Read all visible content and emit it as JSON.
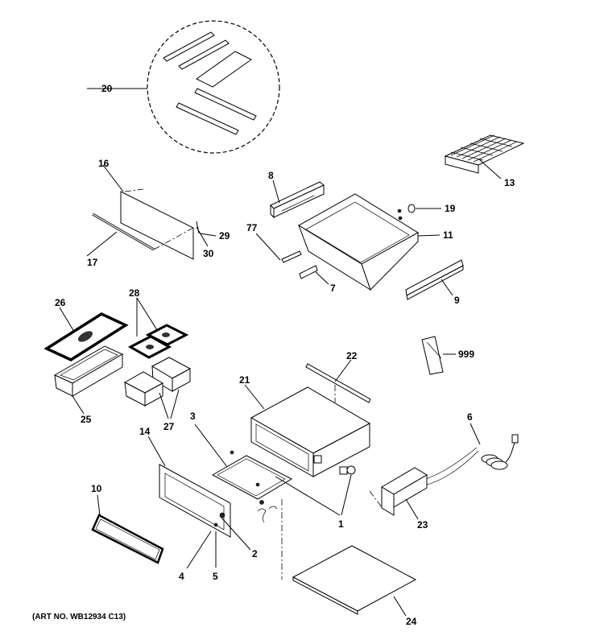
{
  "art_number": "(ART NO. WB12934 C13)",
  "callouts": {
    "p1": "1",
    "p2": "2",
    "p3": "3",
    "p4": "4",
    "p5": "5",
    "p6": "6",
    "p7": "7",
    "p8": "8",
    "p9": "9",
    "p10": "10",
    "p11": "11",
    "p13": "13",
    "p14": "14",
    "p16": "16",
    "p17": "17",
    "p19": "19",
    "p20": "20",
    "p21": "21",
    "p22": "22",
    "p23": "23",
    "p24": "24",
    "p25": "25",
    "p26": "26",
    "p27": "27",
    "p28": "28",
    "p29": "29",
    "p30": "30",
    "p77": "77",
    "p999": "999"
  }
}
